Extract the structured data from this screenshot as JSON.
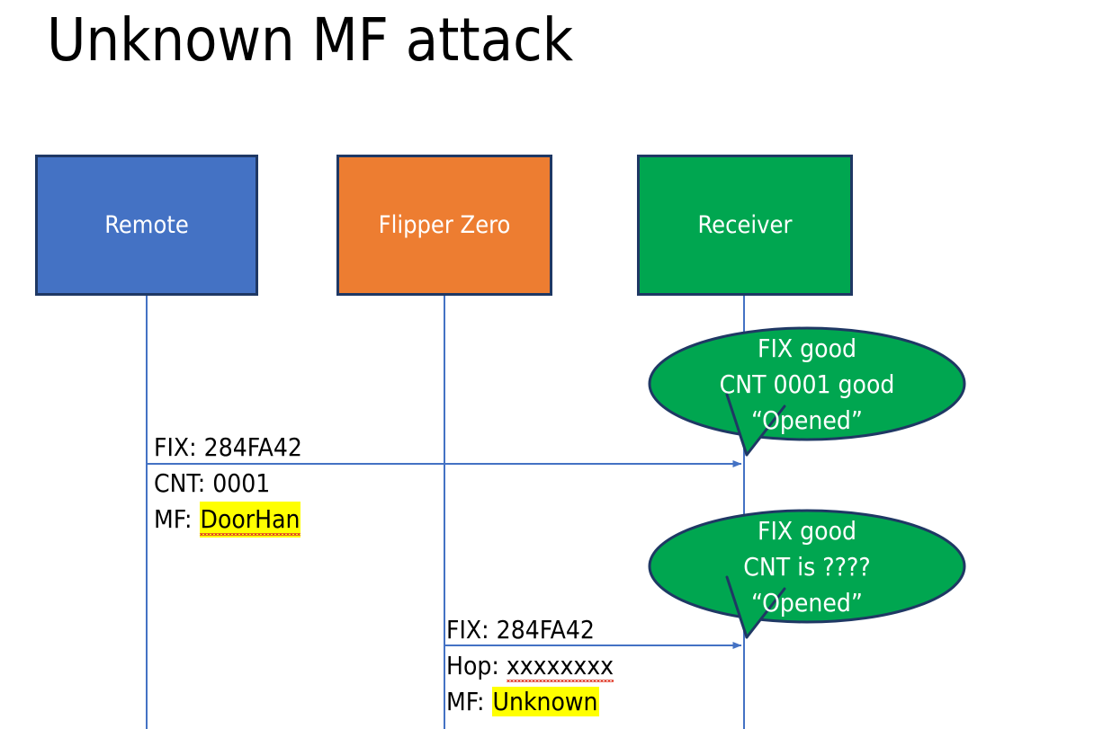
{
  "slide": {
    "title": "Unknown MF attack",
    "background": "#FFFFFF"
  },
  "colors": {
    "remote_fill": "#4472C4",
    "flipper_fill": "#ED7D31",
    "receiver_fill": "#00A650",
    "box_border": "#1F3864",
    "lifeline": "#4472C4",
    "arrow": "#4472C4",
    "bubble_fill": "#00A650",
    "bubble_border": "#1F3864",
    "highlight": "#FFFF00",
    "spellcheck_underline": "#E03A28",
    "text_light": "#FFFFFF",
    "text_dark": "#000000"
  },
  "actors": [
    {
      "id": "remote",
      "label": "Remote"
    },
    {
      "id": "flipper",
      "label": "Flipper Zero"
    },
    {
      "id": "receiver",
      "label": "Receiver"
    }
  ],
  "messages": [
    {
      "id": "msg-remote-to-receiver",
      "from": "remote",
      "to": "receiver",
      "lines": [
        {
          "label": "FIX:",
          "value": "284FA42",
          "highlight": false,
          "spellcheck_error": false
        },
        {
          "label": "CNT:",
          "value": "0001",
          "highlight": false,
          "spellcheck_error": false
        },
        {
          "label": "MF:",
          "value": "DoorHan",
          "highlight": true,
          "spellcheck_error": true
        }
      ]
    },
    {
      "id": "msg-flipper-to-receiver",
      "from": "flipper",
      "to": "receiver",
      "lines": [
        {
          "label": "FIX:",
          "value": "284FA42",
          "highlight": false,
          "spellcheck_error": false
        },
        {
          "label": "Hop:",
          "value": "xxxxxxxx",
          "highlight": false,
          "spellcheck_error": true
        },
        {
          "label": "MF:",
          "value": "Unknown",
          "highlight": true,
          "spellcheck_error": false
        }
      ]
    }
  ],
  "callouts": [
    {
      "id": "callout-first",
      "lines": [
        "FIX good",
        "CNT 0001 good",
        "“Opened”"
      ]
    },
    {
      "id": "callout-second",
      "lines": [
        "FIX good",
        "CNT is ????",
        "“Opened”"
      ]
    }
  ]
}
